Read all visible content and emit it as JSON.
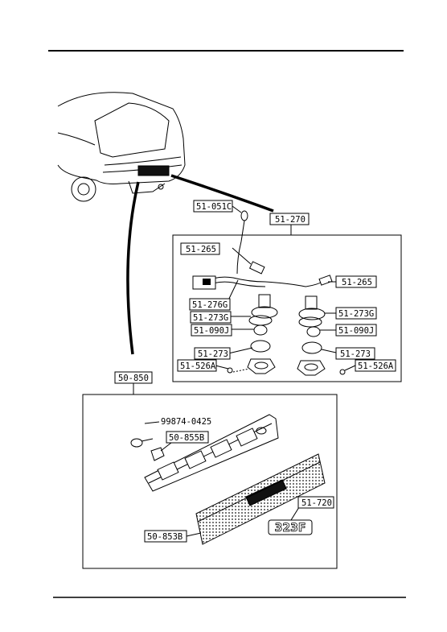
{
  "parts": {
    "p51_051C": "51-051C",
    "p51_270": "51-270",
    "p51_265_left": "51-265",
    "p51_265_right": "51-265",
    "p51_276G": "51-276G",
    "p51_273G_left": "51-273G",
    "p51_273G_right": "51-273G",
    "p51_090J_left": "51-090J",
    "p51_090J_right": "51-090J",
    "p51_273_left": "51-273",
    "p51_273_right": "51-273",
    "p51_526A_left": "51-526A",
    "p51_526A_right": "51-526A",
    "p50_850": "50-850",
    "p99874_0425": "99874-0425",
    "p50_855B": "50-855B",
    "p50_853B": "50-853B",
    "p51_720": "51-720"
  },
  "emblem_text": "323F"
}
